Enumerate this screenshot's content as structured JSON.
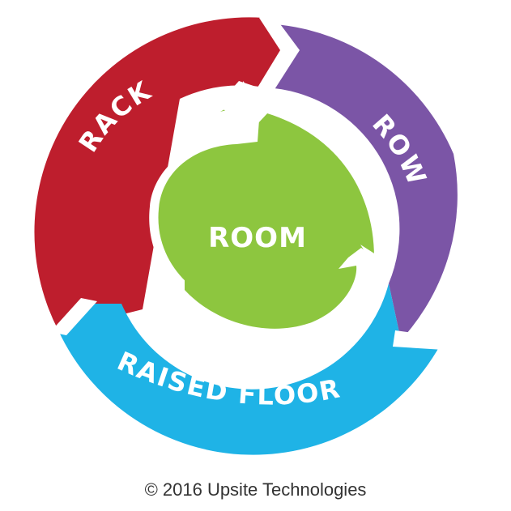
{
  "diagram": {
    "segments": [
      {
        "label": "RACK",
        "color": "#be1e2d"
      },
      {
        "label": "ROW",
        "color": "#7b55a6"
      },
      {
        "label": "RAISED FLOOR",
        "color": "#1fb3e6"
      }
    ],
    "center": {
      "label": "ROOM",
      "color": "#8dc63f"
    }
  },
  "footer": {
    "copyright": "© 2016 Upsite Technologies"
  }
}
